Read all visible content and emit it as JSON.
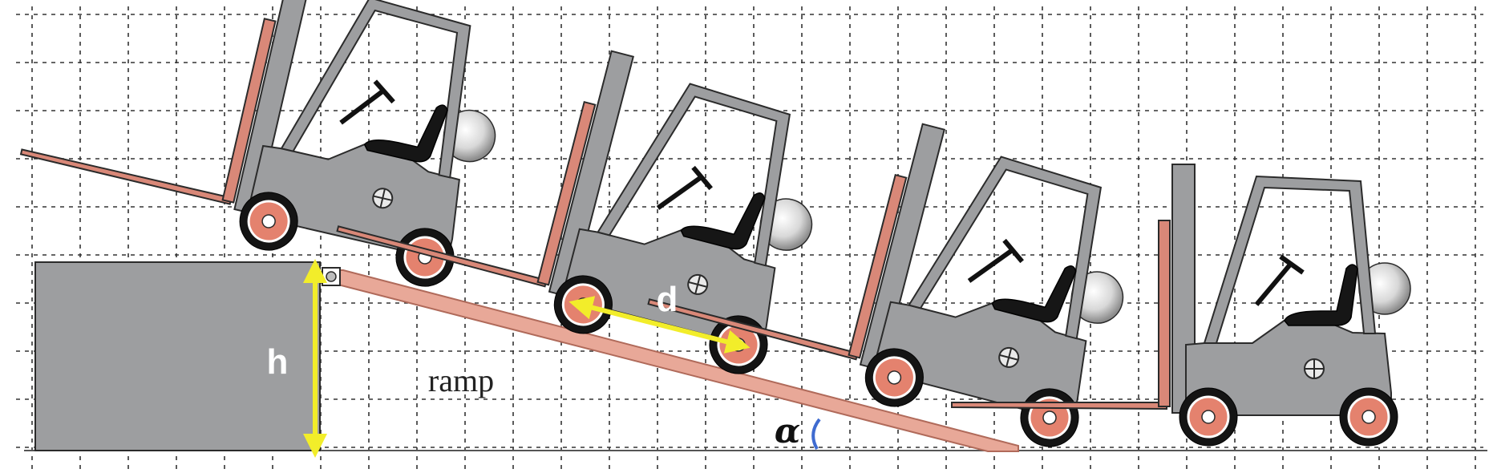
{
  "diagram": {
    "labels": {
      "height": "h",
      "wheelbase": "d",
      "ramp": "ramp",
      "angle": "α"
    },
    "colors": {
      "body": "#9d9ea0",
      "outline": "#2b2b2b",
      "mast_rail": "#d98878",
      "ramp_fill": "#e8a898",
      "ramp_stroke": "#b06a5a",
      "wheel_hub": "#e4826e",
      "dimension_arrow": "#f2ed2a",
      "angle_arc": "#3f6bd0",
      "grid": "#333333"
    },
    "objects": [
      "platform",
      "ramp",
      "forklift",
      "forklift",
      "forklift",
      "forklift"
    ]
  }
}
